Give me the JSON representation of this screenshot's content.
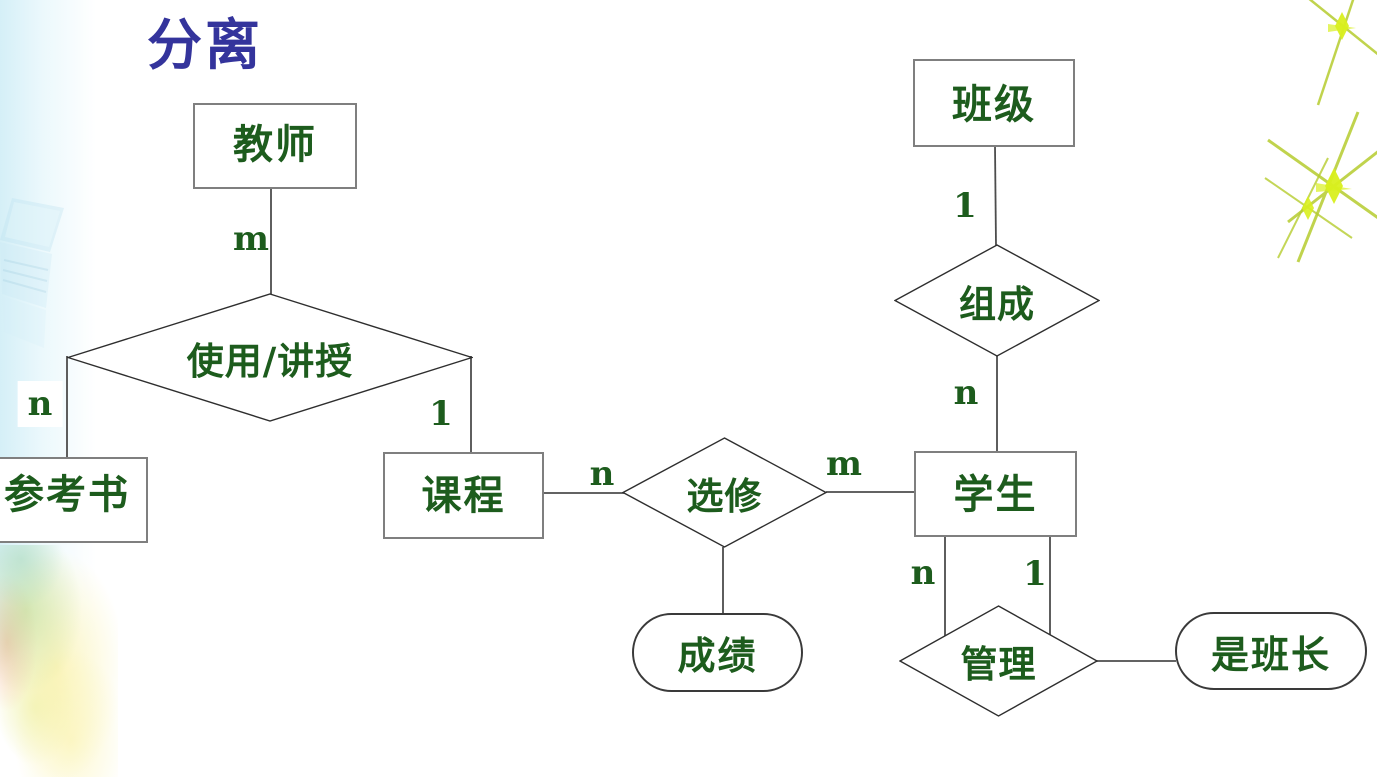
{
  "slide": {
    "title": "分离"
  },
  "colors": {
    "title_blue": "#34349c",
    "diagram_green": "#1d5c1d",
    "entity_border": "#7f7f7f",
    "shape_border": "#3a3a3a",
    "connector": "#4d4d4d",
    "sparkle_yellow_green": "#cfe41f",
    "left_strip_blue": "#b2e2f0"
  },
  "diagram": {
    "entities": [
      "教师",
      "班级",
      "参考书",
      "课程",
      "学生"
    ],
    "relationships": [
      "使用/讲授",
      "组成",
      "选修",
      "管理"
    ],
    "attributes": [
      "成绩",
      "是班长"
    ],
    "edges": [
      {
        "from": "教师",
        "to": "使用/讲授",
        "label": "m"
      },
      {
        "from": "使用/讲授",
        "to": "参考书",
        "label": "n"
      },
      {
        "from": "使用/讲授",
        "to": "课程",
        "label": "1"
      },
      {
        "from": "课程",
        "to": "选修",
        "label": "n"
      },
      {
        "from": "选修",
        "to": "学生",
        "label": "m"
      },
      {
        "from": "选修",
        "to": "成绩",
        "label": ""
      },
      {
        "from": "班级",
        "to": "组成",
        "label": "1"
      },
      {
        "from": "组成",
        "to": "学生",
        "label": "n"
      },
      {
        "from": "学生",
        "to": "管理",
        "label": "n"
      },
      {
        "from": "学生",
        "to": "管理",
        "label": "1"
      },
      {
        "from": "管理",
        "to": "是班长",
        "label": ""
      }
    ]
  }
}
